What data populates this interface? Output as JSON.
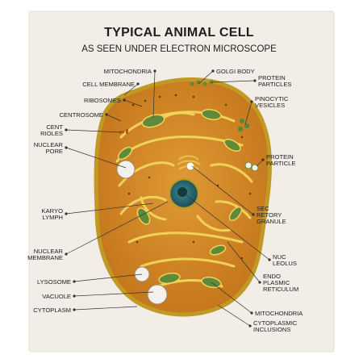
{
  "title": "TYPICAL ANIMAL CELL",
  "subtitle": "AS SEEN UNDER ELECTRON MICROSCOPE",
  "left_labels": [
    [
      "CELL MEMBRANE"
    ],
    [
      "RIBOSOMES"
    ],
    [
      "CENTROSOME"
    ],
    [
      "CENT",
      "RIOLES"
    ],
    [
      "NUCLEAR",
      "PORE"
    ],
    [
      "KARYO",
      "LYMPH"
    ],
    [
      "NUCLEAR",
      "MEMBRANE"
    ],
    [
      "LYSOSOME"
    ],
    [
      "VACUOLE"
    ],
    [
      "CYTOPLASM"
    ]
  ],
  "right_labels": [
    [
      "GOLGI BODY"
    ],
    [
      "PROTEIN",
      "PARTICLES"
    ],
    [
      "PINOCYTIC",
      "VESICLES"
    ],
    [
      "PROTEIN",
      "PARTICLE"
    ],
    [
      "SEC",
      "RETORY",
      "GRANULE"
    ],
    [
      "NUC",
      "LEOLUS"
    ],
    [
      "ENDO",
      "PLASMIC",
      "RETICULUM"
    ],
    [
      "MITOCHONDRIA"
    ],
    [
      "CYTOPLASMIC",
      "INCLUSIONS"
    ]
  ],
  "top_labels": [
    [
      "MITOCHONDRIA"
    ]
  ],
  "colors": {
    "board": "#f2ede6",
    "cell_fill": "#d4861e",
    "membrane": "#c09a24",
    "er": "#f0d25a",
    "mito": "#5f8a3a",
    "nucleus": "#2d6f78",
    "lines": "#333333"
  }
}
